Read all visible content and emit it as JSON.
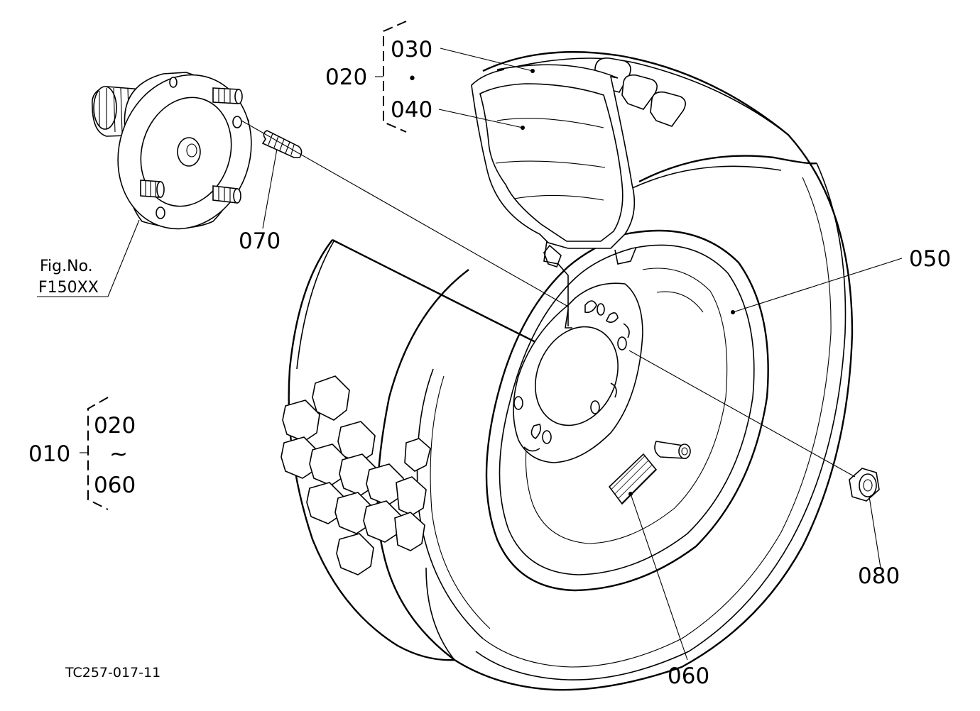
{
  "callouts": {
    "p010": "010",
    "p020": "020",
    "p020b": "020",
    "p030": "030",
    "p040": "040",
    "p050": "050",
    "p060": "060",
    "p060b": "060",
    "p070": "070",
    "p080": "080",
    "dot": "•",
    "tilde": "~"
  },
  "figure_ref": {
    "line1": "Fig.No.",
    "line2": "F150XX"
  },
  "drawing_id": "TC257-017-11"
}
